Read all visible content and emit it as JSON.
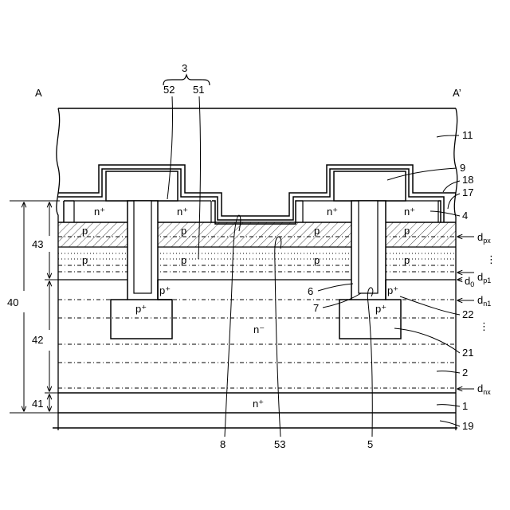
{
  "section": {
    "left": "A",
    "right": "A’"
  },
  "bracket": {
    "group": "3",
    "left": "52",
    "right": "51"
  },
  "regions": {
    "nplus_source": "n⁺",
    "p_base": "p",
    "pplus": "p⁺",
    "nminus": "n⁻",
    "nplus_sub": "n⁺"
  },
  "refs": {
    "r11": "11",
    "r9": "9",
    "r18": "18",
    "r17": "17",
    "r4": "4",
    "r6": "6",
    "r7": "7",
    "r22": "22",
    "r21": "21",
    "r2": "2",
    "r1": "1",
    "r19": "19",
    "r8": "8",
    "r53": "53",
    "r5": "5"
  },
  "depths": {
    "dpx_main": "d",
    "dpx_sub": "px",
    "dp1_main": "d",
    "dp1_sub": "p1",
    "d0_main": "d",
    "d0_sub": "0",
    "dn1_main": "d",
    "dn1_sub": "n1",
    "dnx_main": "d",
    "dnx_sub": "nx",
    "vdots": "⋮"
  },
  "dims": {
    "d40": "40",
    "d43": "43",
    "d42": "42",
    "d41": "41"
  }
}
